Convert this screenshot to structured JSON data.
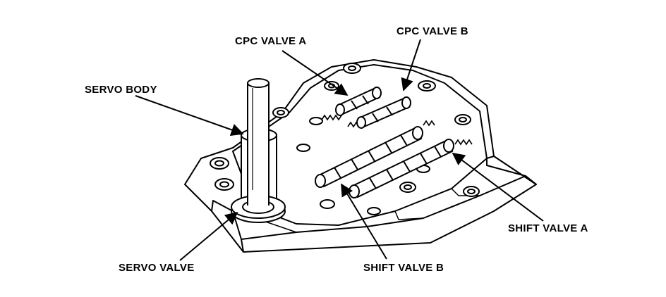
{
  "labels": {
    "cpc_valve_a": "CPC VALVE A",
    "cpc_valve_b": "CPC VALVE B",
    "servo_body": "SERVO BODY",
    "servo_valve": "SERVO VALVE",
    "shift_valve_b": "SHIFT VALVE B",
    "shift_valve_a": "SHIFT VALVE A"
  },
  "colors": {
    "ink": "#000000",
    "paper": "#ffffff"
  }
}
